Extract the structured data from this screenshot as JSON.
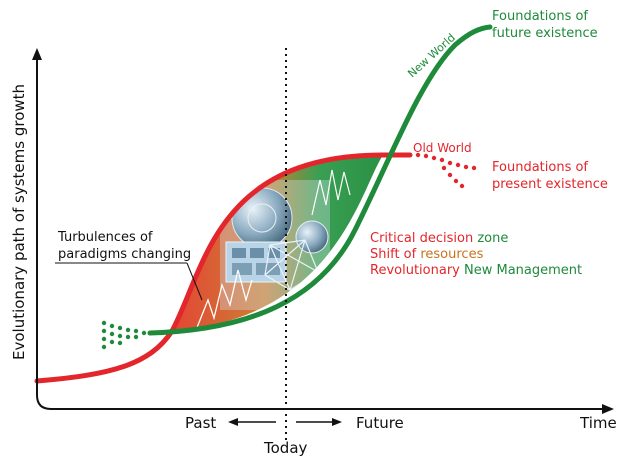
{
  "axes": {
    "y_label": "Evolutionary path of systems growth",
    "x_label": "Time",
    "past_label": "Past",
    "future_label": "Future",
    "today_label": "Today"
  },
  "curves": {
    "new_world_label": "New World",
    "old_world_label": "Old World"
  },
  "annotations": {
    "future_foundations": [
      "Foundations of",
      "future existence"
    ],
    "present_foundations": [
      "Foundations of",
      "present existence"
    ],
    "turbulences": [
      "Turbulences of",
      "paradigms changing"
    ],
    "zone": {
      "line1_a": "Critical decision ",
      "line1_b": "zone",
      "line2_a": "Shift of ",
      "line2_b": "resources",
      "line3_a": "Revolutionary ",
      "line3_b": "New Management"
    }
  },
  "colors": {
    "green": "#1e8a3a",
    "red": "#e3262b",
    "orange": "#c8731e",
    "axis": "#111111"
  }
}
